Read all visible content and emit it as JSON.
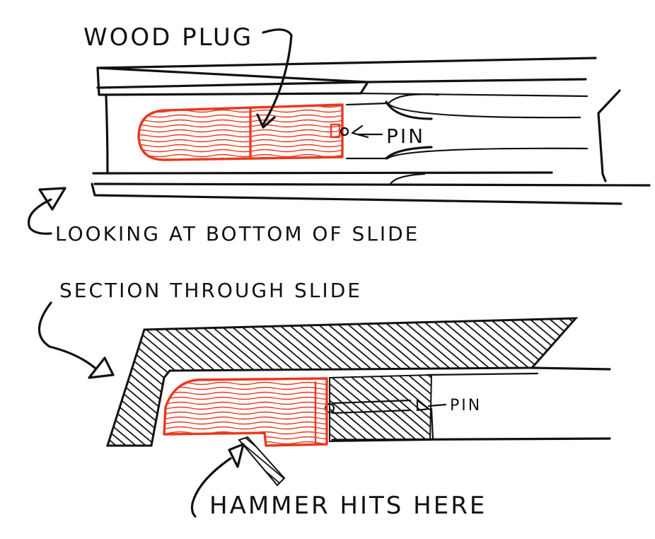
{
  "labels": {
    "wood_plug": "WOOD PLUG",
    "pin_top": "PIN",
    "looking_at_bottom": "LOOKING AT BOTTOM OF SLIDE",
    "section_through_slide": "SECTION THROUGH SLIDE",
    "pin_bottom": "PIN",
    "hammer_hits_here": "HAMMER HITS HERE"
  },
  "colors": {
    "ink": "#111111",
    "plug": "#e8391f",
    "paper": "#ffffff"
  }
}
